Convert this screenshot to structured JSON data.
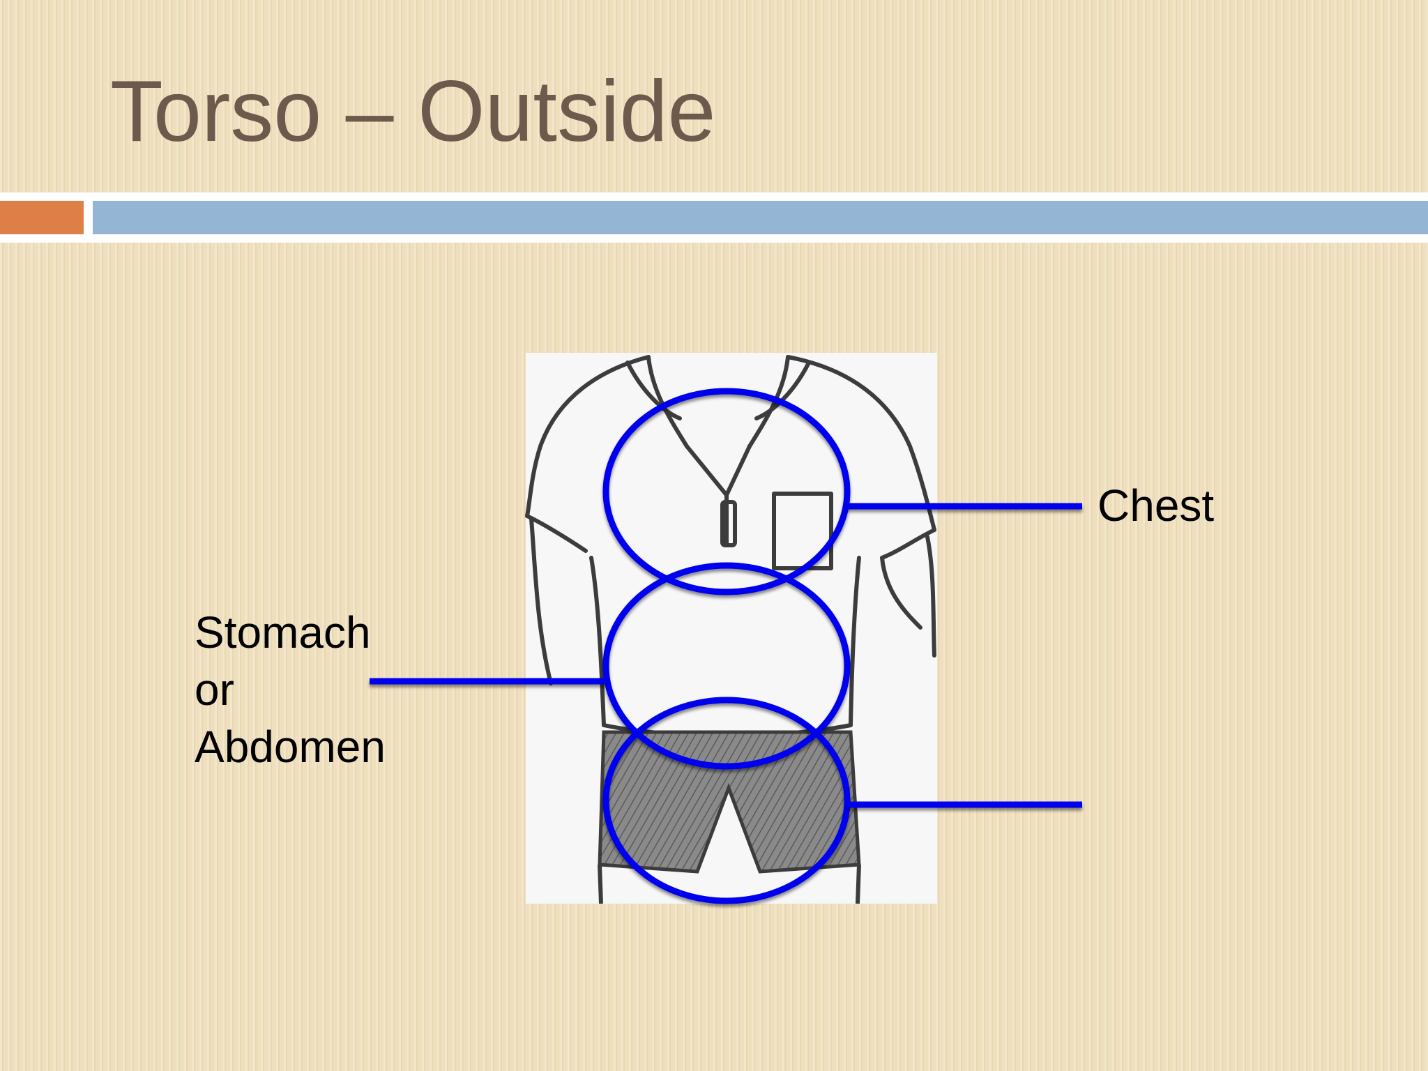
{
  "slide": {
    "title": "Torso – Outside"
  },
  "diagram": {
    "image_subject": "shirt-and-shorts-figure",
    "region_color": "#0000ee",
    "regions": [
      {
        "name": "chest",
        "label": "Chest"
      },
      {
        "name": "stomach",
        "label_lines": [
          "Stomach",
          "or",
          "Abdomen"
        ]
      },
      {
        "name": "pelvis",
        "label": ""
      }
    ]
  },
  "colors": {
    "background": "#efdfbd",
    "title": "#6e5a4c",
    "accent_orange": "#de7f48",
    "accent_blue": "#94b5d3"
  }
}
